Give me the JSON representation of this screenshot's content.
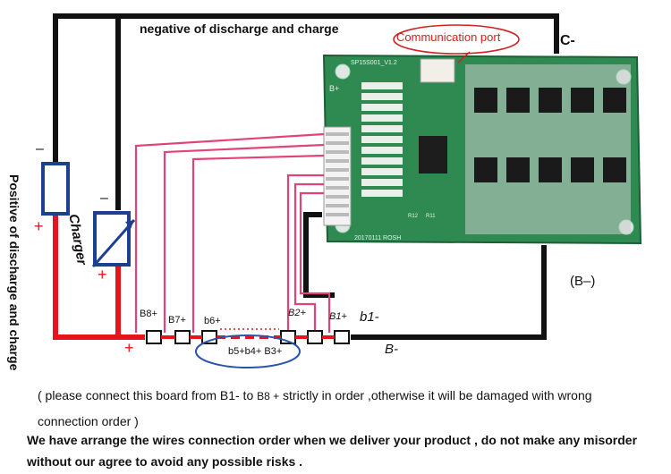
{
  "labels": {
    "top_wire": "negative of discharge and charge",
    "comm_port": "Communication port",
    "c_minus": "C-",
    "left_vertical": "Positive of discharge and charge",
    "charger": "Charger",
    "b_minus_paren": "(B–)",
    "b_minus": "B-",
    "b1_minus": "b1-",
    "b8": "B8+",
    "b7": "B7+",
    "b6": "b6+",
    "b2": "B2+",
    "b1": "B1+",
    "b543": "b5+b4+ B3+",
    "minus_sign": "–",
    "plus_sign": "+"
  },
  "board": {
    "model": "SP15S001_V1.2",
    "serial": "20170111 ROSH",
    "b_plus": "B+",
    "r_labels": [
      "R12",
      "R11"
    ]
  },
  "notes": {
    "line1_part1": "( please connect this board from B1- to",
    "line1_part2": "B8 +",
    "line1_part3": "strictly in order ,otherwise it will be damaged with wrong",
    "line2": "connection order )",
    "warn1": "We have arrange the wires connection order when we deliver your product , do not make any misorder",
    "warn2": "without our agree to avoid any possible risks ."
  },
  "colors": {
    "wire_black": "#111111",
    "wire_red": "#e8141b",
    "wire_pink": "#e0457a",
    "pcb_green": "#2e8b57",
    "connector_blue": "#1c3f8f",
    "label_red": "#d42020",
    "ellipse_blue": "#2a54a8"
  }
}
